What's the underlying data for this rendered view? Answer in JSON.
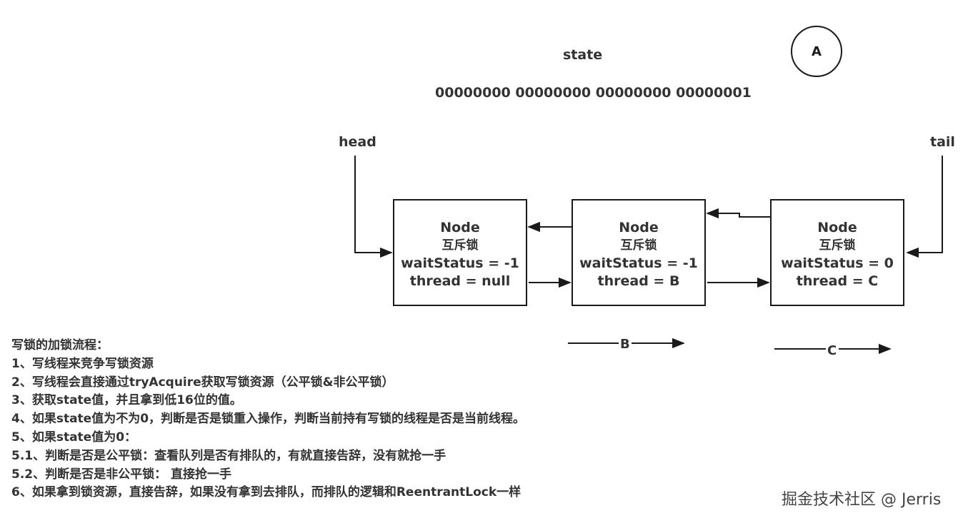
{
  "state": {
    "label": "state",
    "bits": "00000000 00000000 00000000 00000001"
  },
  "marker_a": "A",
  "head_label": "head",
  "tail_label": "tail",
  "nodes": [
    {
      "title": "Node",
      "type": "互斥锁",
      "wait_status": "waitStatus = -1",
      "thread": "thread = null"
    },
    {
      "title": "Node",
      "type": "互斥锁",
      "wait_status": "waitStatus = -1",
      "thread": "thread = B"
    },
    {
      "title": "Node",
      "type": "互斥锁",
      "wait_status": "waitStatus = 0",
      "thread": "thread = C"
    }
  ],
  "thread_b": "B",
  "thread_c": "C",
  "steps": {
    "title": "写锁的加锁流程：",
    "items": [
      "1、写线程来竞争写锁资源",
      "2、写线程会直接通过tryAcquire获取写锁资源（公平锁&非公平锁）",
      "3、获取state值，并且拿到低16位的值。",
      "4、如果state值为不为0，判断是否是锁重入操作，判断当前持有写锁的线程是否是当前线程。",
      "5、如果state值为0：",
      "5.1、判断是否是公平锁：查看队列是否有排队的，有就直接告辞，没有就抢一手",
      "5.2、判断是否是非公平锁： 直接抢一手",
      "6、如果拿到锁资源，直接告辞，如果没有拿到去排队，而排队的逻辑和ReentrantLock一样"
    ]
  },
  "watermark": "掘金技术社区 @ Jerris"
}
